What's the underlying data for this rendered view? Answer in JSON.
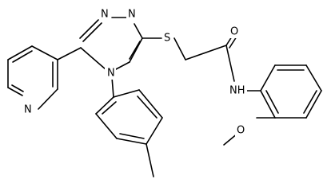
{
  "molecule": {
    "atoms": {
      "n_top_left": "N",
      "n_top_right": "N",
      "n_ring": "N",
      "s": "S",
      "o_carbonyl": "O",
      "nh": "NH",
      "n_pyridine": "N",
      "o_methoxy": "O"
    },
    "colors": {
      "bond": "#000000",
      "label": "#000000",
      "background": "#ffffff"
    }
  }
}
